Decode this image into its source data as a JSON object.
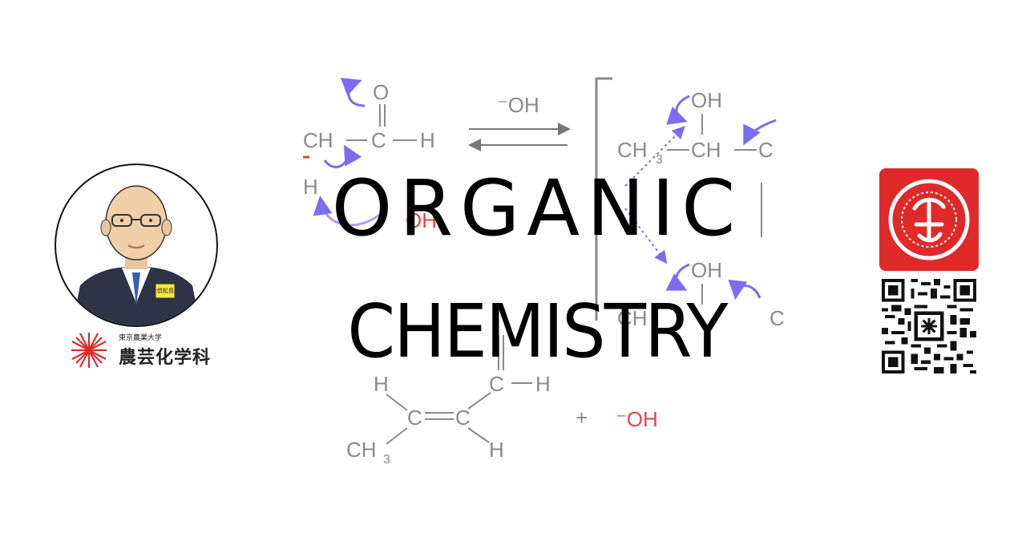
{
  "title": {
    "line1": "ORGANIC",
    "line2": "CHEMISTRY"
  },
  "badge": {
    "name": "倶松島"
  },
  "institution": {
    "university": "東京農業大学",
    "department": "農芸化学科"
  },
  "chemistry": {
    "reagent_top": "⁻OH",
    "reagent_bottom": "⁻OH",
    "plus": "+",
    "label_ch": "CH",
    "label_c": "C",
    "label_h": "H",
    "label_o": "O",
    "label_oh": "OH",
    "label_ch3": "CH",
    "sub_3": "3",
    "red_oh": "OH"
  },
  "colors": {
    "accent_red": "#e02a2a",
    "arrow_purple": "#7b6cf0",
    "chem_gray": "#8a8a8a"
  },
  "icons": [
    "university-logo-icon",
    "seal-stamp-icon",
    "qr-code-icon"
  ]
}
